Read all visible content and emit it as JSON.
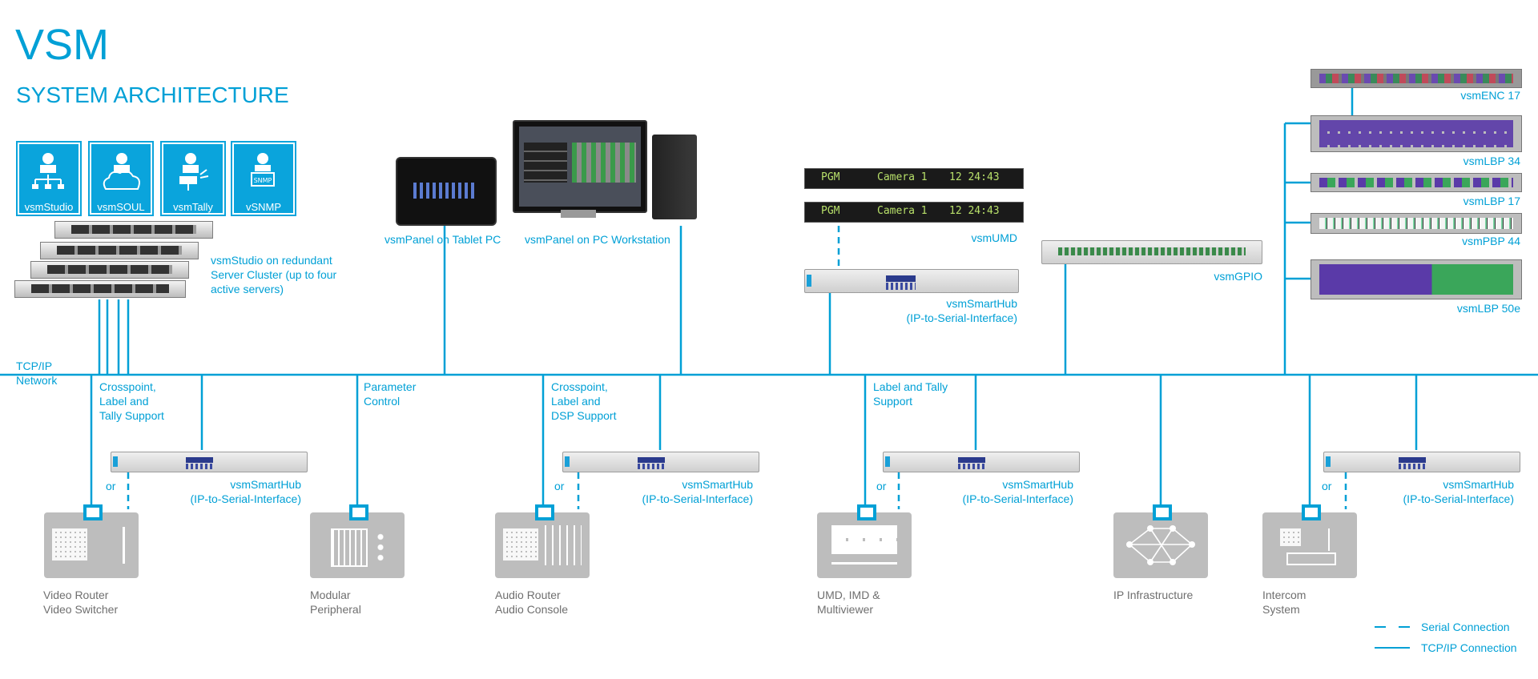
{
  "title": "VSM",
  "subtitle": "SYSTEM ARCHITECTURE",
  "software": [
    "vsmStudio",
    "vsmSOUL",
    "vsmTally",
    "vSNMP"
  ],
  "servers_label": "vsmStudio on redundant\nServer Cluster (up to four\nactive servers)",
  "network_label": "TCP/IP\nNetwork",
  "panels": {
    "tablet": "vsmPanel on Tablet PC",
    "workstation": "vsmPanel on PC Workstation"
  },
  "umd": {
    "label": "vsmUMD",
    "display1": {
      "pgm": "PGM",
      "cam": "Camera 1",
      "time": "12 24:43"
    },
    "display2": {
      "pgm": "PGM",
      "cam": "Camera 1",
      "time": "12 24:43"
    }
  },
  "top_smarthub": "vsmSmartHub\n(IP-to-Serial-Interface)",
  "gpio": "vsmGPIO",
  "right_devices": [
    "vsmENC 17",
    "vsmLBP 34",
    "vsmLBP 17",
    "vsmPBP 44",
    "vsmLBP 50e"
  ],
  "branches": {
    "b1": "Crosspoint,\nLabel and\nTally Support",
    "b2": "Parameter\nControl",
    "b3": "Crosspoint,\nLabel and\nDSP Support",
    "b4": "Label and Tally\nSupport"
  },
  "smarthub_label": "vsmSmartHub\n(IP-to-Serial-Interface)",
  "or": "or",
  "endpoints": {
    "e1": "Video Router\nVideo Switcher",
    "e2": "Modular\nPeripheral",
    "e3": "Audio Router\nAudio Console",
    "e4": "UMD, IMD &\nMultiviewer",
    "e5": "IP Infrastructure",
    "e6": "Intercom\nSystem"
  },
  "legend": {
    "serial": "Serial Connection",
    "tcpip": "TCP/IP Connection"
  },
  "colors": {
    "accent": "#00a0d6",
    "icon_gray": "#bdbdbd",
    "text_gray": "#6f6f6f"
  }
}
